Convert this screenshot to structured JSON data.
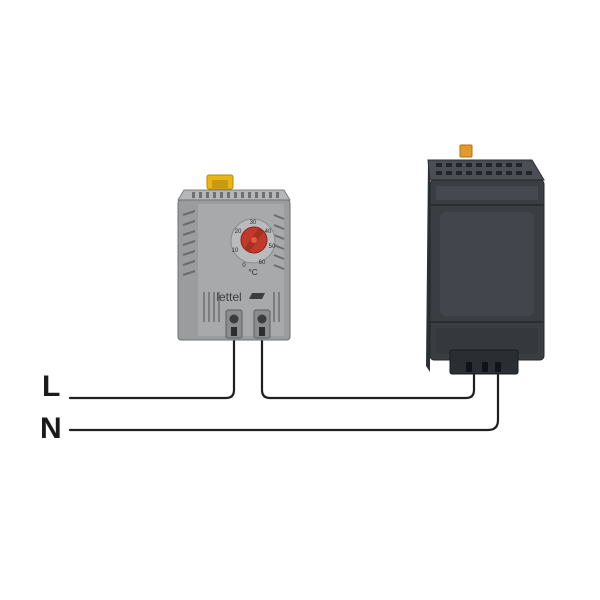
{
  "lines": {
    "live_label": "L",
    "neutral_label": "N"
  },
  "thermostat": {
    "brand": "lettel",
    "unit": "°C",
    "scale_ticks": [
      "0",
      "10",
      "20",
      "30",
      "40",
      "50",
      "60"
    ],
    "knob_color": "#c0392b",
    "body_color": "#9a9c9e",
    "clip_color": "#e8b514"
  },
  "heater": {
    "body_color": "#3a3d42",
    "clip_color": "#e39a2d"
  },
  "wire_color": "#1f1f1f"
}
